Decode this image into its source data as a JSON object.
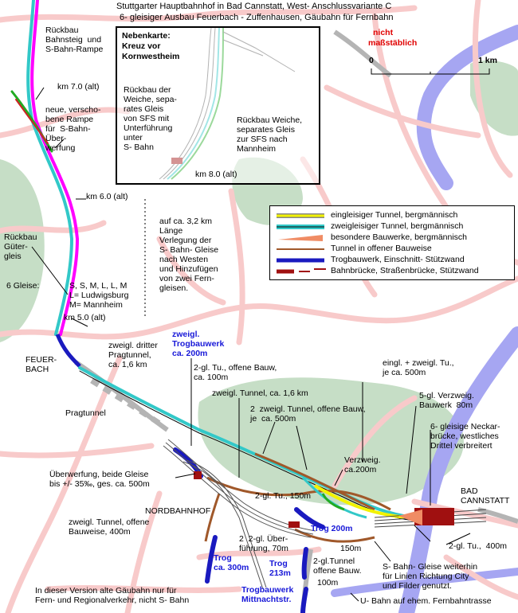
{
  "title": {
    "line1": "Stuttgarter Hauptbahnhof in Bad Cannstatt, West- Anschlussvariante C",
    "line2": "6- gleisiger Ausbau Feuerbach - Zuffenhausen, Gäubahn für Fernbahn"
  },
  "scale": {
    "note_line1": "nicht",
    "note_line2": "maßstäblich",
    "zero": "0",
    "one": "1 km"
  },
  "inset": {
    "title_line1": "Nebenkarte:",
    "title_line2": "Kreuz vor",
    "title_line3": "Kornwestheim",
    "left_note": "Rückbau der\nWeiche, sepa-\nrates Gleis\nvon SFS mit\nUnterführung\nunter\nS- Bahn",
    "right_note": "Rückbau Weiche,\nseparates Gleis\nzur SFS nach\nMannheim",
    "km": "km 8.0 (alt)"
  },
  "legend": [
    {
      "text": "eingleisiger Tunnel, bergmännisch",
      "symbol": "yellow-tunnel"
    },
    {
      "text": "zweigleisiger Tunnel, bergmännisch",
      "symbol": "cyan-tunnel"
    },
    {
      "text": "besondere Bauwerke, bergmännisch",
      "symbol": "salmon-wedge"
    },
    {
      "text": "Tunnel in offener Bauweise",
      "symbol": "brown-line"
    },
    {
      "text": "Trogbauwerk, Einschnitt- Stützwand",
      "symbol": "blue-bar"
    },
    {
      "text": "Bahnbrücke, Straßenbrücke, Stützwand",
      "symbol": "darkred-bridge"
    }
  ],
  "labels": {
    "rueckbau_bahnsteig": "Rückbau\nBahnsteig  und\nS-Bahn-Rampe",
    "km70": "km 7.0 (alt)",
    "neue_rampe": "neue, verscho-\nbene Rampe\nfür  S-Bahn-\nÜber-\nwerfung",
    "km60": "km 6.0 (alt)",
    "rueckbau_gueter": "Rückbau\nGüter-\ngleis",
    "sechs_gleise": "6 Gleise:",
    "gleise_code": "S, S, M, L, L, M\nL= Ludwigsburg\nM= Mannheim",
    "km50": "km 5.0 (alt)",
    "verlegung": "auf ca. 3,2 km\nLänge\nVerlegung der\nS- Bahn- Gleise\nnach Westen\nund Hinzufügen\nvon zwei Fern-\ngleisen.",
    "feuerbach": "FEUER-\nBACH",
    "dritter_pragtunnel": "zweigl. dritter\nPragtunnel,\nca. 1,6 km",
    "trogbauwerk": "zweigl.\nTrogbauwerk\nca. 200m",
    "offene_bauw_100": "2-gl. Tu., offene Bauw,\nca. 100m",
    "zweigl_tunnel_16": "zweigl. Tunnel, ca. 1,6 km",
    "pragtunnel": "Pragtunnel",
    "zwei_zweigl": "2  zweigl. Tunnel, offene Bauw,\nje  ca. 500m",
    "eingl_zweigl": "eingl. + zweigl. Tu.,\nje ca. 500m",
    "verzweig_bauwerk": "5-gl. Verzweig.\nBauwerk  80m",
    "neckarbruecke": "6- gleisige Neckar-\nbrücke, westliches\nDrittel verbreitert",
    "verzweig_200": "Verzweig.\nca.200m",
    "ueberwerfung": "Überwerfung, beide Gleise\nbis +/- 35‰, ges. ca. 500m",
    "gl150": "2-gl. Tu., 150m",
    "bad_cannstatt": "BAD\nCANNSTATT",
    "nordbahnhof": "NORDBAHNHOF",
    "zweigl_offene_400": "zweigl. Tunnel, offene\nBauweise, 400m",
    "trog300": "Trog\nca. 300m",
    "ueberfuehrung": "2  2-gl. Über-\nführung, 70m",
    "trog200": "Trog 200m",
    "m150": "150m",
    "gl400": "2-gl. Tu.,  400m",
    "trog213": "Trog\n213m",
    "gl_tunnel_offene": "2-gl.Tunnel\noffene Bauw.",
    "m100": "100m",
    "sbahn_gleise": "S- Bahn- Gleise weiterhin\nfür Linien Richtung City\nund Filder genutzt.",
    "alte_gaeubahn": "In dieser Version alte Gäubahn nur für\nFern- und Regionalverkehr, nicht S- Bahn",
    "trog_mittnacht": "Trogbauwerk\nMittnachtstr.",
    "ubahn": "U- Bahn auf ehem. Fernbahntrasse"
  },
  "colors": {
    "road": "#f8caca",
    "forest": "#c6dec6",
    "river": "#a6a6f2",
    "grey_rail": "#b4b4b4",
    "magenta": "#ff00ff",
    "cyan": "#32c8c8",
    "tunnel_yellow": "#f2f200",
    "trog_blue": "#1a1abf",
    "brown": "#a0582a",
    "bridge": "#a01010",
    "salmon": "#f08c64"
  }
}
